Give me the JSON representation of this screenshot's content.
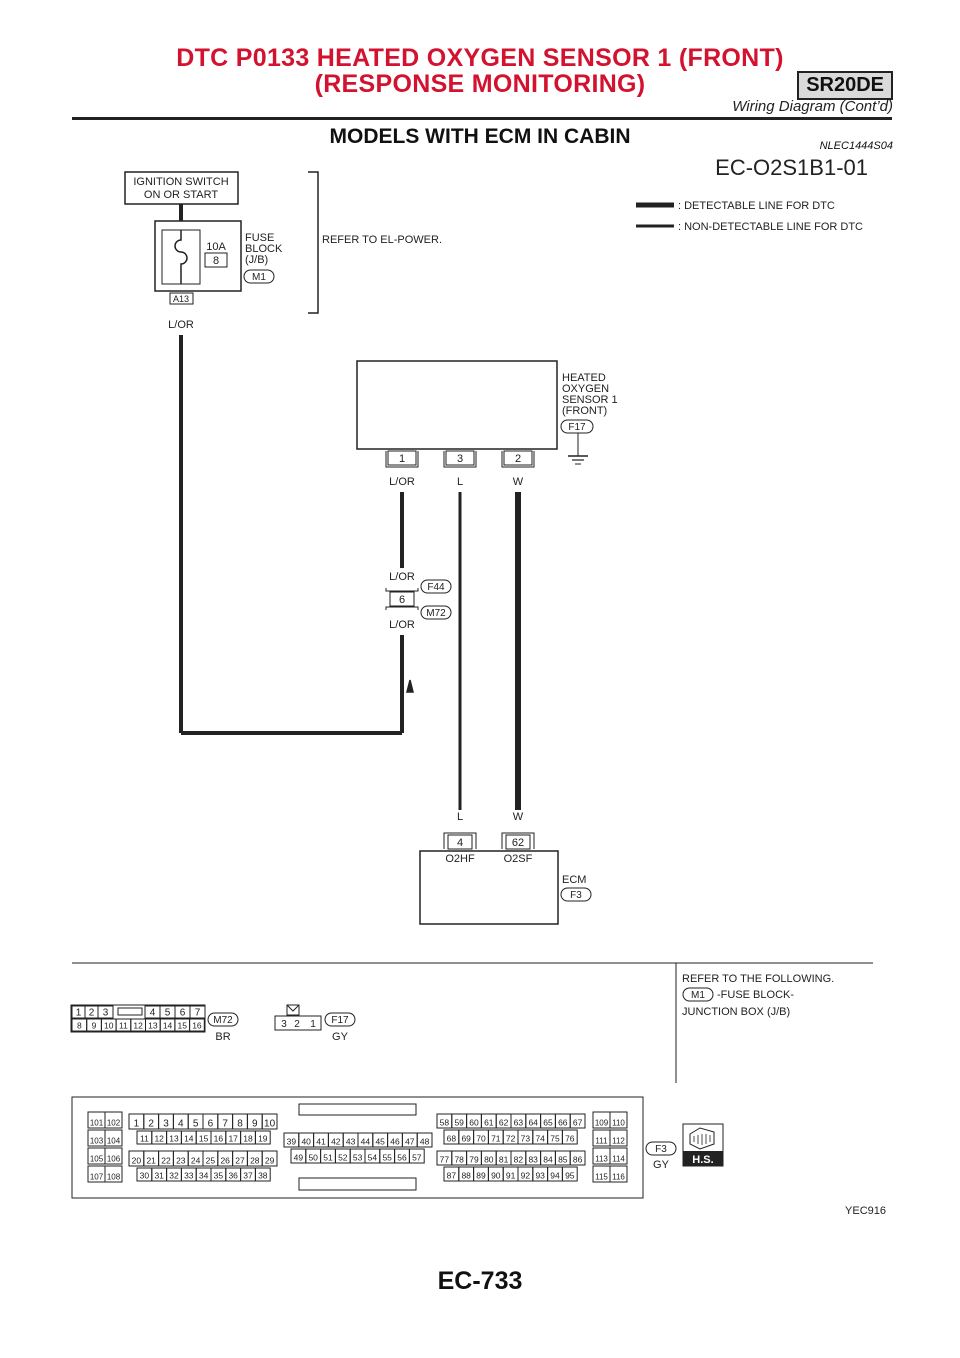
{
  "header": {
    "title_line1": "DTC P0133 HEATED OXYGEN SENSOR 1 (FRONT)",
    "title_line2": "(RESPONSE MONITORING)",
    "engine_badge": "SR20DE",
    "subtitle": "Wiring Diagram (Cont’d)"
  },
  "section": {
    "title": "MODELS WITH ECM IN CABIN",
    "code": "NLEC1444S04",
    "diagram_id": "EC-O2S1B1-01"
  },
  "legend": {
    "detectable": ": DETECTABLE LINE FOR DTC",
    "non_detectable": ": NON-DETECTABLE LINE FOR DTC"
  },
  "ignition": {
    "line1": "IGNITION SWITCH",
    "line2": "ON OR START"
  },
  "fuse": {
    "rating": "10A",
    "number": "8",
    "label1": "FUSE",
    "label2": "BLOCK",
    "label3": "(J/B)",
    "connector": "M1",
    "terminal": "A13",
    "wire": "L/OR"
  },
  "refer_power": "REFER TO EL-POWER.",
  "sensor": {
    "label1": "HEATED",
    "label2": "OXYGEN",
    "label3": "SENSOR 1",
    "label4": "(FRONT)",
    "connector": "F17",
    "pins": [
      "1",
      "3",
      "2"
    ],
    "wires": [
      "L/OR",
      "L",
      "W"
    ]
  },
  "joint": {
    "wire_top": "L/OR",
    "pin": "6",
    "wire_bottom": "L/OR",
    "conn_top": "F44",
    "conn_bottom": "M72"
  },
  "ecm": {
    "wires": [
      "L",
      "W"
    ],
    "pins": [
      "4",
      "62"
    ],
    "signals": [
      "O2HF",
      "O2SF"
    ],
    "label": "ECM",
    "connector": "F3"
  },
  "refer": {
    "line1": "REFER TO THE FOLLOWING.",
    "connector": "M1",
    "text": "-FUSE BLOCK-",
    "line3": "JUNCTION BOX (J/B)"
  },
  "conn_m72": {
    "row1": [
      "1",
      "2",
      "3",
      "4",
      "5",
      "6",
      "7"
    ],
    "row2": [
      "8",
      "9",
      "10",
      "11",
      "12",
      "13",
      "14",
      "15",
      "16"
    ],
    "name": "M72",
    "color": "BR"
  },
  "conn_f17": {
    "pins": [
      "3",
      "2",
      "1"
    ],
    "name": "F17",
    "color": "GY"
  },
  "ecm_conn": {
    "left": [
      "101",
      "102",
      "103",
      "104",
      "105",
      "106",
      "107",
      "108"
    ],
    "a_row1": [
      "1",
      "2",
      "3",
      "4",
      "5",
      "6",
      "7",
      "8",
      "9",
      "10"
    ],
    "a_row2": [
      "11",
      "12",
      "13",
      "14",
      "15",
      "16",
      "17",
      "18",
      "19"
    ],
    "a_row3": [
      "20",
      "21",
      "22",
      "23",
      "24",
      "25",
      "26",
      "27",
      "28",
      "29"
    ],
    "a_row4": [
      "30",
      "31",
      "32",
      "33",
      "34",
      "35",
      "36",
      "37",
      "38"
    ],
    "b_row1": [
      "39",
      "40",
      "41",
      "42",
      "43",
      "44",
      "45",
      "46",
      "47",
      "48"
    ],
    "b_row2": [
      "49",
      "50",
      "51",
      "52",
      "53",
      "54",
      "55",
      "56",
      "57"
    ],
    "c_row1": [
      "58",
      "59",
      "60",
      "61",
      "62",
      "63",
      "64",
      "65",
      "66",
      "67"
    ],
    "c_row2": [
      "68",
      "69",
      "70",
      "71",
      "72",
      "73",
      "74",
      "75",
      "76"
    ],
    "c_row3": [
      "77",
      "78",
      "79",
      "80",
      "81",
      "82",
      "83",
      "84",
      "85",
      "86"
    ],
    "c_row4": [
      "87",
      "88",
      "89",
      "90",
      "91",
      "92",
      "93",
      "94",
      "95"
    ],
    "right": [
      "109",
      "110",
      "111",
      "112",
      "113",
      "114",
      "115",
      "116"
    ],
    "name": "F3",
    "color": "GY",
    "hs": "H.S."
  },
  "figure_id": "YEC916",
  "page_number": "EC-733"
}
